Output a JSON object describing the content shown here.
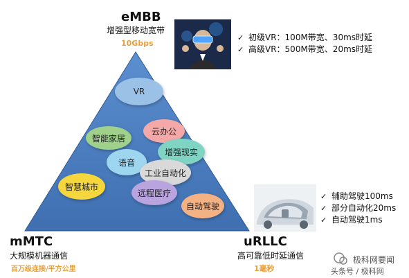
{
  "embb": {
    "title": "eMBB",
    "subtitle": "增强型移动宽带",
    "value": "10Gbps"
  },
  "mmtc": {
    "title": "mMTC",
    "subtitle": "大规模机器通信",
    "value": "百万级连接/平方公里"
  },
  "urllc": {
    "title": "uRLLC",
    "subtitle": "高可靠低时延通信",
    "value": "1毫秒"
  },
  "bubbles": [
    {
      "label": "VR",
      "color": "#9bc2e6"
    },
    {
      "label": "云办公",
      "color": "#f4a9a8"
    },
    {
      "label": "智能家居",
      "color": "#9fd18b"
    },
    {
      "label": "增强现实",
      "color": "#7fd4c4"
    },
    {
      "label": "语音",
      "color": "#9fd6ef"
    },
    {
      "label": "工业自动化",
      "color": "#d9d9d9"
    },
    {
      "label": "智慧城市",
      "color": "#f5d63d"
    },
    {
      "label": "远程医疗",
      "color": "#b9a4e0"
    },
    {
      "label": "自动驾驶",
      "color": "#f4b184"
    }
  ],
  "embb_bullets": [
    "初级VR：100M带宽、30ms时延",
    "高级VR：500M带宽、20ms时延"
  ],
  "urllc_bullets": [
    "辅助驾驶100ms",
    "部分自动化20ms",
    "自动驾驶1ms"
  ],
  "check_glyph": "✓",
  "watermark": "头条号 / 极科网",
  "watermark_top": "极科网要闻",
  "colors": {
    "triangle": "#4f81bd",
    "accent": "#e8a03c"
  }
}
